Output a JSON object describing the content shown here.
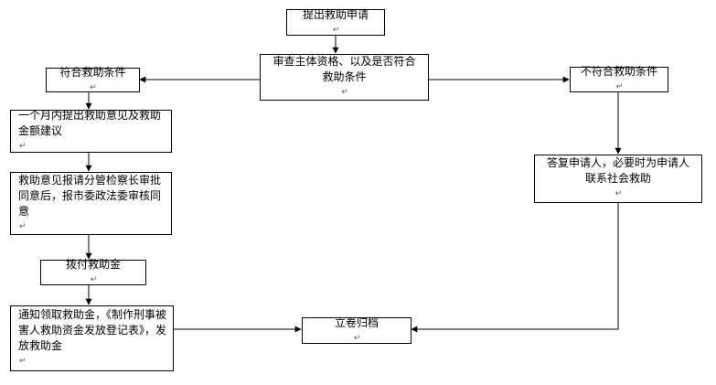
{
  "nodes": {
    "submit": "提出救助申请",
    "review": "审查主体资格、以及是否符合救助条件",
    "meets": "符合救助条件",
    "not_meets": "不符合救助条件",
    "one_month": "一个月内提出救助意见及救助金额建议",
    "approval": "救助意见报请分管检察长审批同意后，报市委政法委审核同意",
    "pay": "拨付救助金",
    "notify": "通知领取救助金，《制作刑事被害人救助资金发放登记表》，发放救助金",
    "reply": "答复申请人，必要时为申请人联系社会救助",
    "archive": "立卷归档"
  },
  "paragraph_mark": "↵"
}
